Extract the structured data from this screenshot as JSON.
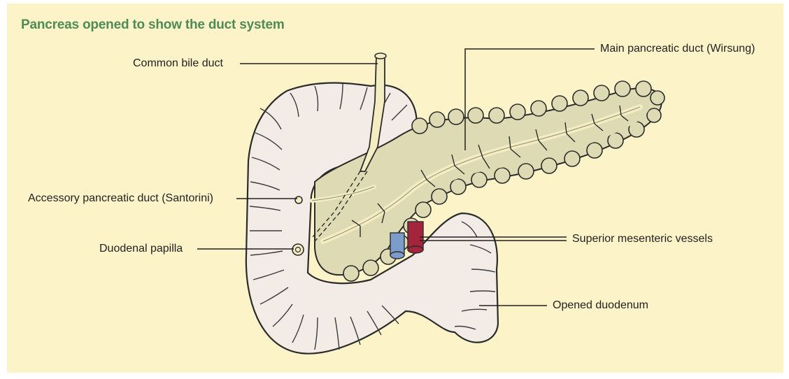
{
  "figure": {
    "title": "Pancreas opened to show the duct system",
    "colors": {
      "background": "#fcf3c9",
      "title": "#4f8a57",
      "duodenum_wall": "#f3ece6",
      "pancreas": "#dedbb4",
      "duct": "#f5edc2",
      "artery": "#a3243b",
      "vein": "#7c9ccc"
    },
    "labels": {
      "common_bile_duct": "Common bile duct",
      "main_pancreatic_duct": "Main pancreatic duct (Wirsung)",
      "accessory_pancreatic_duct": "Accessory pancreatic duct (Santorini)",
      "duodenal_papilla": "Duodenal papilla",
      "superior_mesenteric_vessels": "Superior mesenteric vessels",
      "opened_duodenum": "Opened duodenum"
    }
  }
}
